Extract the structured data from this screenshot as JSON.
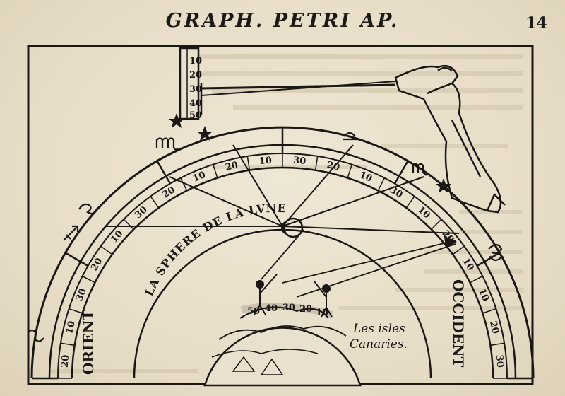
{
  "page": {
    "running_head": "GRAPH. PETRI AP.",
    "folio": "14"
  },
  "illustration": {
    "arc_inscription": "LA SPHERE DE LA LVNE",
    "side_label_left": "ORIENT",
    "side_label_right": "OCCIDENT",
    "island_label_line1": "Les isles",
    "island_label_line2": "Canaries.",
    "staff_scale": [
      "10",
      "20",
      "30",
      "40",
      "50"
    ],
    "ring_numbers": [
      "20",
      "10",
      "30",
      "20",
      "10",
      "30",
      "20",
      "10",
      "20",
      "10",
      "30",
      "20",
      "10",
      "30",
      "10",
      "20",
      "10",
      "10",
      "20",
      "30"
    ],
    "inner_scale": [
      "10",
      "20",
      "30",
      "40",
      "50"
    ],
    "zodiac_signs": [
      "virgo-sign",
      "libra-sign",
      "scorpio-sign",
      "leo-sign",
      "cancer-sign",
      "sagittarius-sign",
      "capricorn-sign"
    ]
  }
}
